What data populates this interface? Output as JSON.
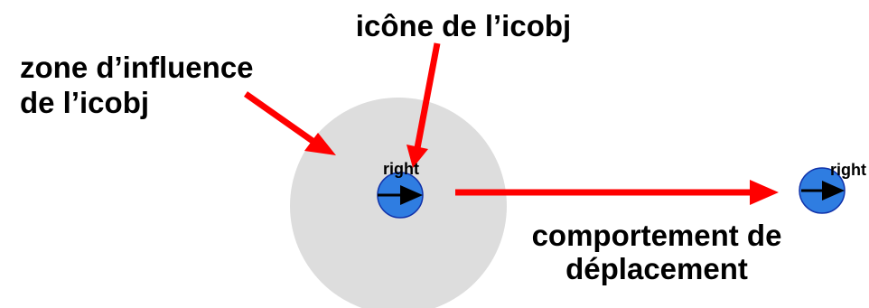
{
  "labels": {
    "icon_title": "icône de l’icobj",
    "zone_line1": "zone d’influence",
    "zone_line2": "de l’icobj",
    "behavior_line1": "comportement de",
    "behavior_line2": "déplacement",
    "icobj_label": "right",
    "icobj_moved_label": "right"
  },
  "colors": {
    "zone_fill": "#dddddd",
    "icobj_fill": "#2f7de1",
    "icobj_stroke": "#1133aa",
    "arrow_red": "#ff0000",
    "arrow_black": "#000000"
  },
  "icons": {
    "icobj": "right-arrow-icon",
    "icobj_moved": "right-arrow-icon"
  }
}
